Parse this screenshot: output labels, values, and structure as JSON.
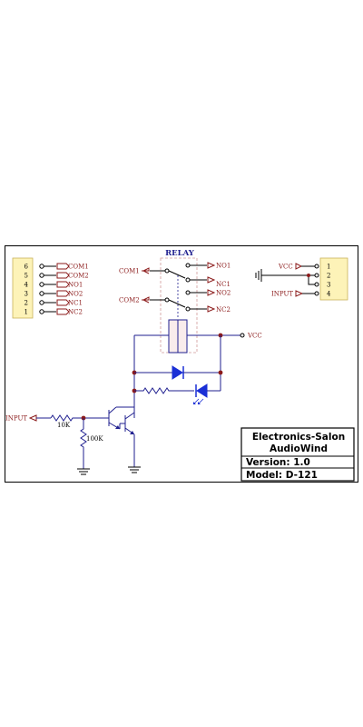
{
  "header_left": {
    "rows": [
      {
        "pin": "6",
        "signal": "COM1"
      },
      {
        "pin": "5",
        "signal": "COM2"
      },
      {
        "pin": "4",
        "signal": "NO1"
      },
      {
        "pin": "3",
        "signal": "NO2"
      },
      {
        "pin": "2",
        "signal": "NC1"
      },
      {
        "pin": "1",
        "signal": "NC2"
      }
    ]
  },
  "relay": {
    "title": "RELAY",
    "com1": "COM1",
    "com2": "COM2",
    "no1": "NO1",
    "nc1": "NC1",
    "no2": "NO2",
    "nc2": "NC2"
  },
  "header_right": {
    "vcc": "VCC",
    "input": "INPUT",
    "pins": [
      "1",
      "2",
      "3",
      "4"
    ]
  },
  "circuit": {
    "vcc": "VCC",
    "input": "INPUT",
    "r_base": "10K",
    "r_pulldown": "100K"
  },
  "title_block": {
    "company": "Electronics-Salon",
    "product": "AudioWind",
    "version": "Version: 1.0",
    "model": "Model: D-121"
  },
  "colors": {
    "wire": "#1f1f8f",
    "label": "#8b1a1a",
    "diode": "#1a2fd6",
    "junction": "#8b1a1a",
    "header_fill": "#fdf3b8",
    "relay_fill": "#f9ecec"
  }
}
